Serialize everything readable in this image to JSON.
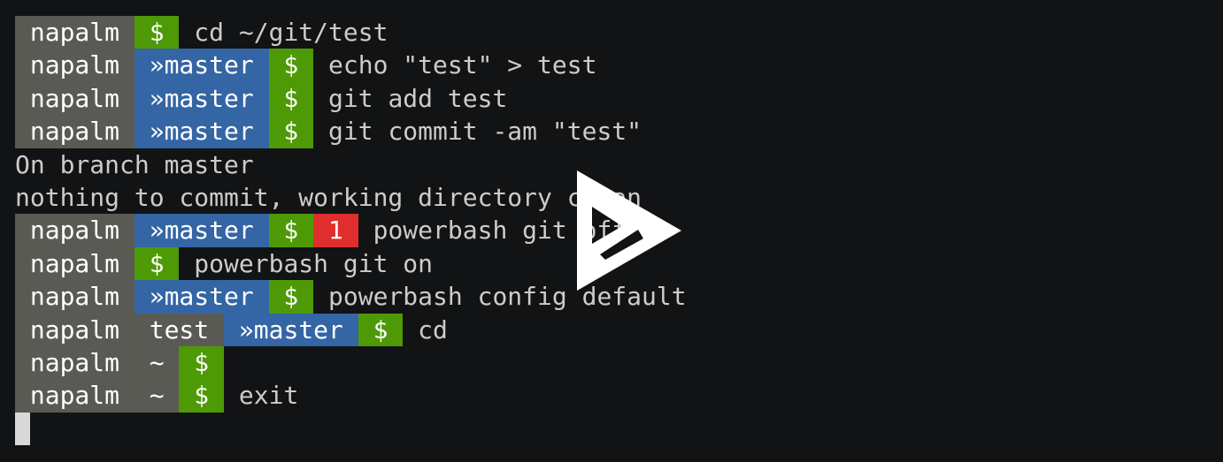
{
  "colors": {
    "background": "#121314",
    "text": "#cccccc",
    "user_bg": "#5a5a55",
    "branch_bg": "#3465a4",
    "prompt_bg": "#4e9a06",
    "error_bg": "#e02e2e",
    "segment_fg": "#ffffff",
    "cursor": "#d8d8d8"
  },
  "icons": {
    "play": "play-icon"
  },
  "lines": [
    {
      "type": "prompt",
      "segments": [
        {
          "text": " napalm ",
          "role": "user"
        },
        {
          "text": " $ ",
          "role": "prompt"
        }
      ],
      "command": " cd ~/git/test"
    },
    {
      "type": "prompt",
      "segments": [
        {
          "text": " napalm ",
          "role": "user"
        },
        {
          "text": " »master ",
          "role": "branch"
        },
        {
          "text": " $ ",
          "role": "prompt"
        }
      ],
      "command": " echo \"test\" > test"
    },
    {
      "type": "prompt",
      "segments": [
        {
          "text": " napalm ",
          "role": "user"
        },
        {
          "text": " »master ",
          "role": "branch"
        },
        {
          "text": " $ ",
          "role": "prompt"
        }
      ],
      "command": " git add test"
    },
    {
      "type": "prompt",
      "segments": [
        {
          "text": " napalm ",
          "role": "user"
        },
        {
          "text": " »master ",
          "role": "branch"
        },
        {
          "text": " $ ",
          "role": "prompt"
        }
      ],
      "command": " git commit -am \"test\""
    },
    {
      "type": "output",
      "text": "On branch master"
    },
    {
      "type": "output",
      "text": "nothing to commit, working directory clean"
    },
    {
      "type": "prompt",
      "segments": [
        {
          "text": " napalm ",
          "role": "user"
        },
        {
          "text": " »master ",
          "role": "branch"
        },
        {
          "text": " $ ",
          "role": "prompt"
        },
        {
          "text": " 1 ",
          "role": "error"
        }
      ],
      "command": " powerbash git off"
    },
    {
      "type": "prompt",
      "segments": [
        {
          "text": " napalm ",
          "role": "user"
        },
        {
          "text": " $ ",
          "role": "prompt"
        }
      ],
      "command": " powerbash git on"
    },
    {
      "type": "prompt",
      "segments": [
        {
          "text": " napalm ",
          "role": "user"
        },
        {
          "text": " »master ",
          "role": "branch"
        },
        {
          "text": " $ ",
          "role": "prompt"
        }
      ],
      "command": " powerbash config default"
    },
    {
      "type": "prompt",
      "segments": [
        {
          "text": " napalm  test ",
          "role": "user"
        },
        {
          "text": " »master ",
          "role": "branch"
        },
        {
          "text": " $ ",
          "role": "prompt"
        }
      ],
      "command": " cd"
    },
    {
      "type": "prompt",
      "segments": [
        {
          "text": " napalm  ~ ",
          "role": "user"
        },
        {
          "text": " $ ",
          "role": "prompt"
        }
      ],
      "command": ""
    },
    {
      "type": "prompt",
      "segments": [
        {
          "text": " napalm  ~ ",
          "role": "user"
        },
        {
          "text": " $ ",
          "role": "prompt"
        }
      ],
      "command": " exit"
    },
    {
      "type": "cursor"
    }
  ]
}
